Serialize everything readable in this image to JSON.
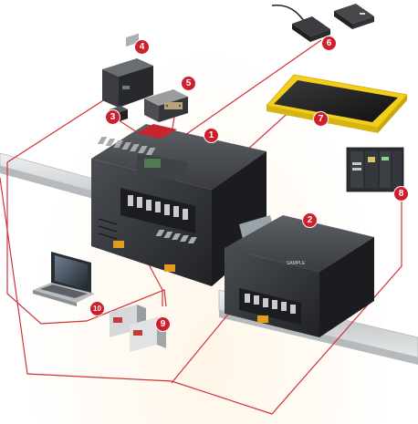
{
  "colors": {
    "callout": "#cf1f2a",
    "connector": "#d3323a",
    "rail": "#cfd2d4",
    "housing": "#2b2d30",
    "mat": "#222222",
    "mat_border": "#f2cf1a"
  },
  "callouts": [
    {
      "id": "1",
      "label": "1",
      "component": "CPU unit"
    },
    {
      "id": "2",
      "label": "2",
      "component": "expansion unit"
    },
    {
      "id": "3",
      "label": "3",
      "component": "small module"
    },
    {
      "id": "4",
      "label": "4",
      "component": "option board"
    },
    {
      "id": "5",
      "label": "5",
      "component": "serial adapter"
    },
    {
      "id": "6",
      "label": "6",
      "component": "door switch sensor"
    },
    {
      "id": "7",
      "label": "7",
      "component": "safety mat"
    },
    {
      "id": "8",
      "label": "8",
      "component": "rack controller"
    },
    {
      "id": "9",
      "label": "9",
      "component": "relay modules"
    },
    {
      "id": "10",
      "label": "10",
      "component": "laptop"
    }
  ],
  "device_labels": {
    "expansion_unit_marking": "SAMPLE"
  }
}
